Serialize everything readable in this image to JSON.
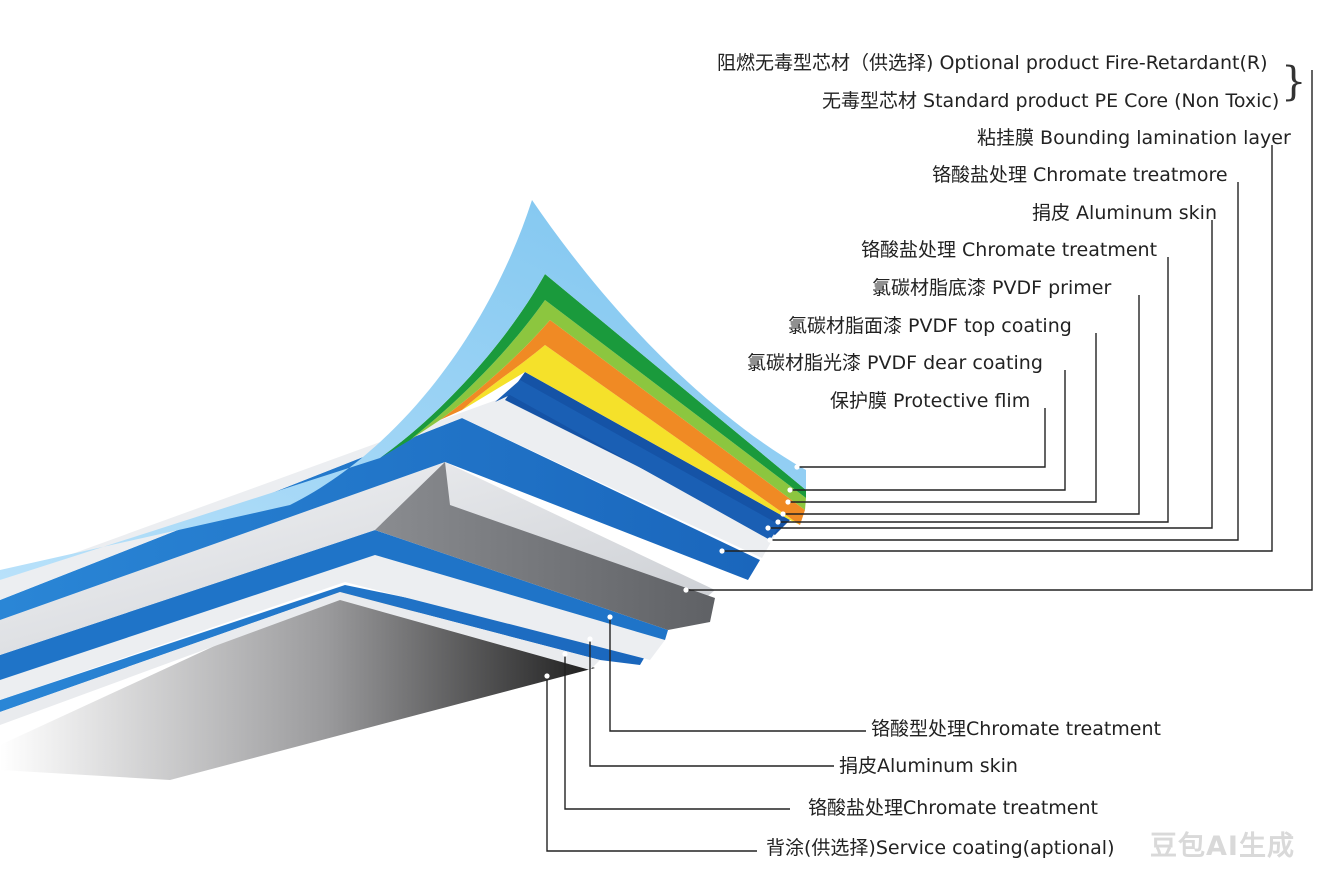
{
  "core_labels": {
    "optional": "阻燃无毒型芯材（供选择) Optional product Fire-Retardant(R)",
    "standard": "无毒型芯材 Standard product PE Core (Non Toxic)"
  },
  "top_labels": [
    "粘挂膜 Bounding lamination layer",
    "铬酸盐处理 Chromate treatmore",
    "捐皮 Aluminum skin",
    "铬酸盐处理 Chromate treatment",
    "氯碳材脂底漆 PVDF primer",
    "氯碳材脂面漆 PVDF top coating",
    "氯碳材脂光漆 PVDF dear coating",
    "保护膜 Protective flim"
  ],
  "bottom_labels": [
    "铬酸型处理Chromate treatment",
    "捐皮Aluminum skin",
    "铬酸盐处理Chromate treatment",
    "背涂(供选择)Service coating(aptional)"
  ],
  "watermark": "豆包AI生成",
  "colors": {
    "protective_film": "#8fcdf3",
    "green": "#1a9a3c",
    "orange": "#f08a24",
    "yellow": "#f5e12a",
    "blue": "#1f70c4",
    "navy": "#1553a6",
    "core_white": "#e6e8ec",
    "core_gray": "#7d7f84",
    "line": "#222222"
  }
}
